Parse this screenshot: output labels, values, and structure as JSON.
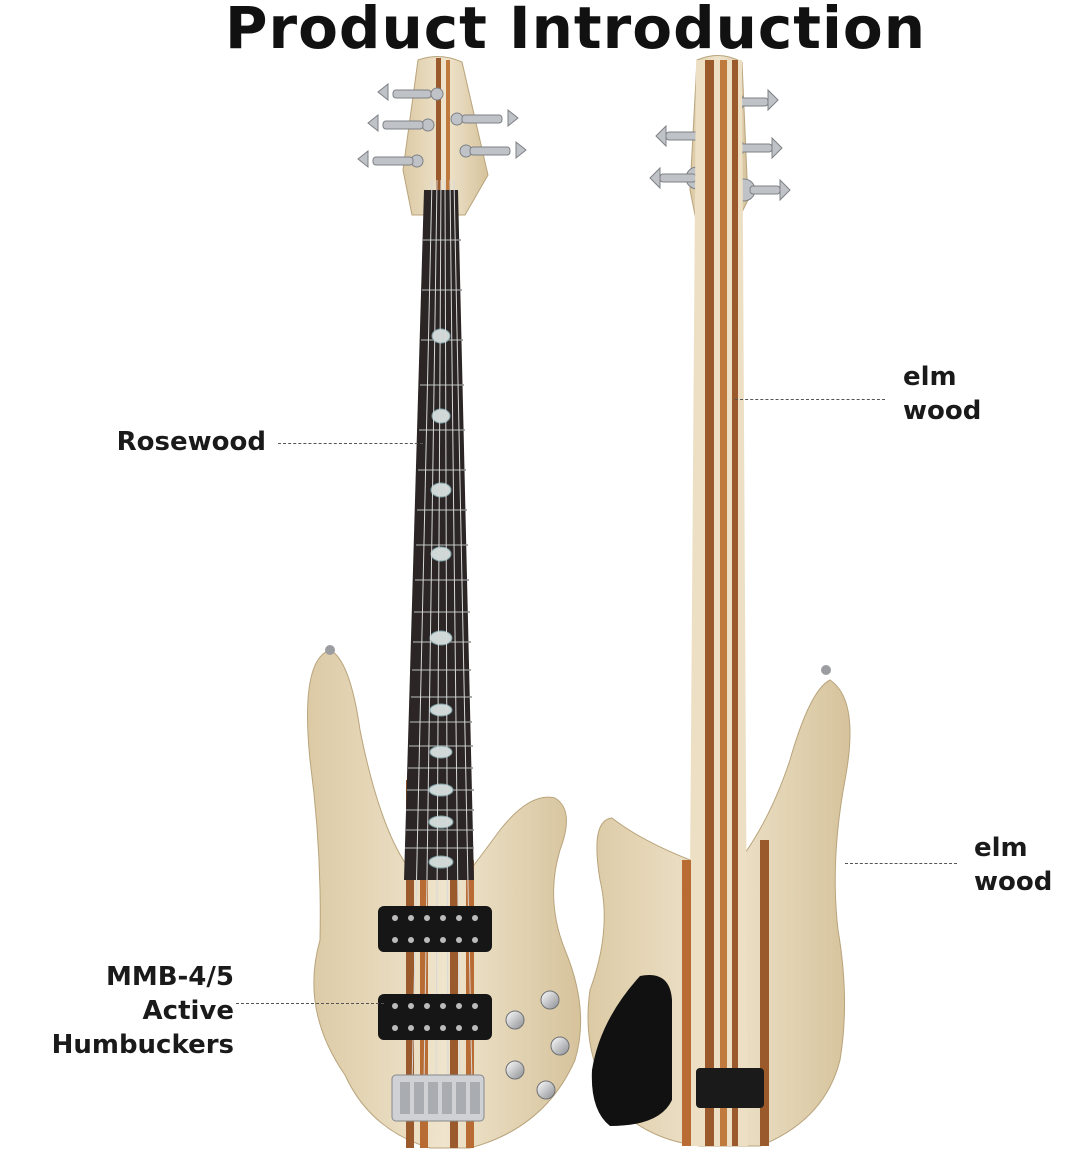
{
  "title": "Product Introduction",
  "labels": {
    "fretboard": "Rosewood",
    "neck_back_line1": "elm",
    "neck_back_line2": "wood",
    "body_back_line1": "elm",
    "body_back_line2": "wood",
    "pickups_line1": "MMB-4/5",
    "pickups_line2": "Active",
    "pickups_line3": "Humbuckers"
  },
  "colors": {
    "body_wood": "#e9dcc0",
    "stripe_walnut": "#9a5a2c",
    "fretboard": "#2a2424",
    "hardware": "#c9cbcd",
    "pickguard": "#111111"
  }
}
